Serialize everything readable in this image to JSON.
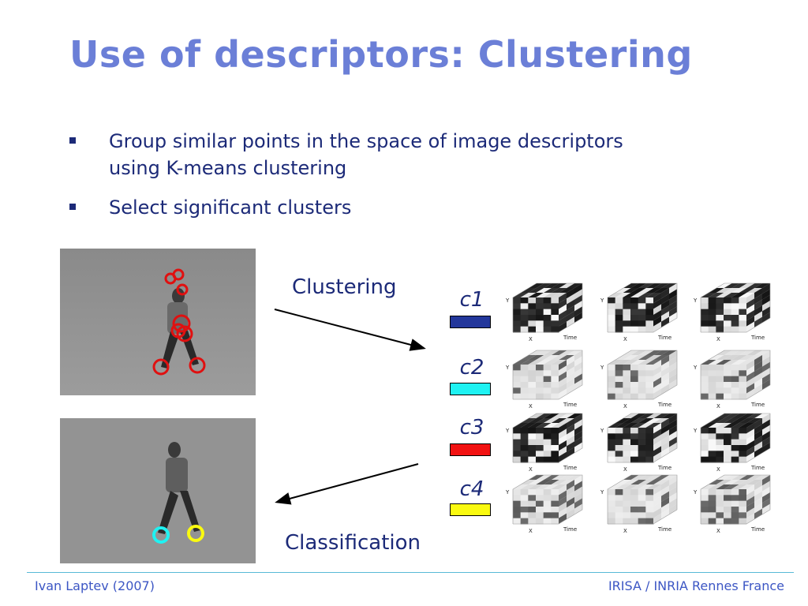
{
  "slide": {
    "title": "Use of descriptors: Clustering",
    "bullets": [
      "Group similar points in the space of image descriptors using K-means clustering",
      "Select significant clusters"
    ]
  },
  "labels": {
    "clustering": "Clustering",
    "classification": "Classification"
  },
  "clusters": [
    {
      "label": "c1",
      "color": "#23379b"
    },
    {
      "label": "c2",
      "color": "#1ff2f2"
    },
    {
      "label": "c3",
      "color": "#f21212"
    },
    {
      "label": "c4",
      "color": "#fafa10"
    }
  ],
  "cube_axes": {
    "x": "X",
    "y": "Y",
    "time": "Time"
  },
  "footer": {
    "left": "Ivan Laptev (2007)",
    "right": "IRISA / INRIA Rennes France"
  }
}
